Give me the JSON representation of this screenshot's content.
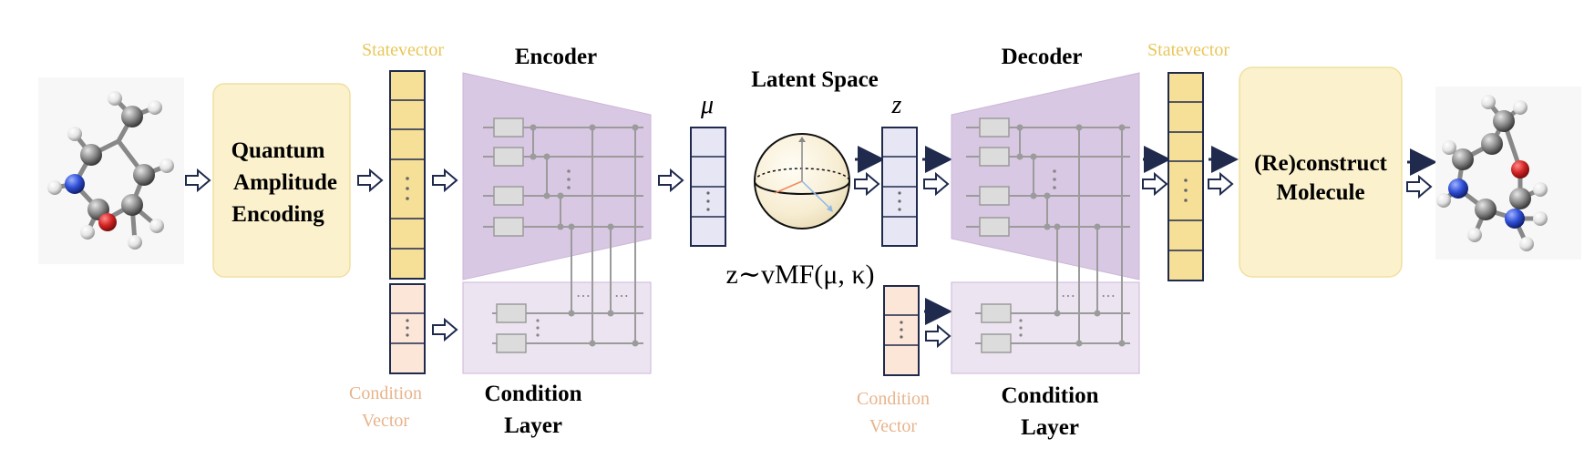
{
  "labels": {
    "encoding_line1": "Quantum",
    "encoding_line2": "Amplitude",
    "encoding_line3": "Encoding",
    "statevector": "Statevector",
    "encoder": "Encoder",
    "decoder": "Decoder",
    "latent_space": "Latent Space",
    "mu": "μ",
    "z": "z",
    "distribution": "z∼vMF(μ, κ)",
    "condition_vector_line1": "Condition",
    "condition_vector_line2": "Vector",
    "condition_layer_line1": "Condition",
    "condition_layer_line2": "Layer",
    "reconstruct_line1": "(Re)construct",
    "reconstruct_line2": "Molecule",
    "ellipsis_h": "⋯"
  },
  "colors": {
    "statevector": "#e9c65a",
    "statevector_fill": "#f6df97",
    "condition": "#e8b48c",
    "condition_fill": "#fbe6d8",
    "encoder_fill": "#d9c8e3",
    "condition_layer_fill": "#ece4f0",
    "latent_fill": "#e6e6f5",
    "box_fill": "#fbf1cc",
    "navy": "#1f2a4d",
    "wire": "#9b9b9b",
    "oxygen": "#d42424",
    "nitrogen": "#2f4fd6",
    "carbon": "#8a8a8a",
    "hydrogen": "#f2f2f2"
  }
}
